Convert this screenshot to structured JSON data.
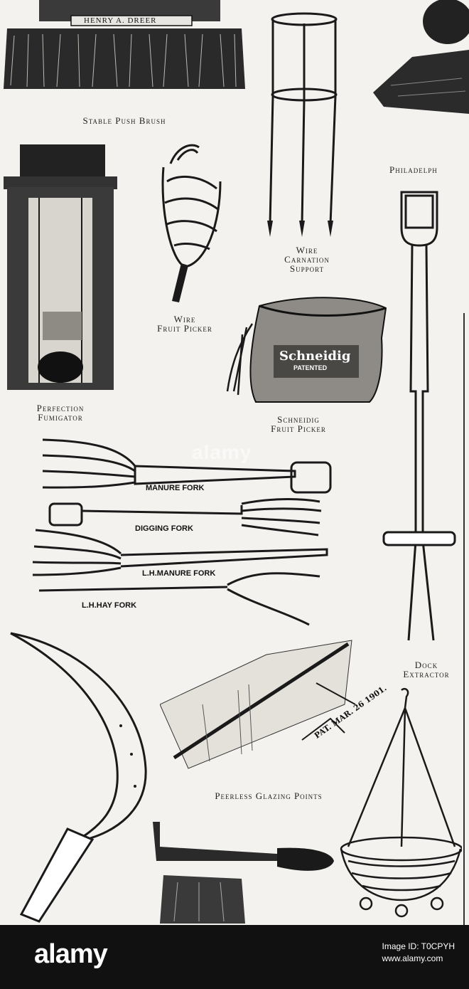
{
  "captions": {
    "stable_push_brush": "Stable Push Brush",
    "philadelphia": "Philadelph",
    "wire_carnation_support": [
      "Wire",
      "Carnation",
      "Support"
    ],
    "wire_fruit_picker": [
      "Wire",
      "Fruit Picker"
    ],
    "perfection_fumigator": [
      "Perfection",
      "Fumigator"
    ],
    "schneidig_fruit_picker": [
      "Schneidig",
      "Fruit Picker"
    ],
    "dock_extractor": [
      "Dock",
      "Extractor"
    ],
    "peerless_glazing_points": "Peerless Glazing Points"
  },
  "labels": {
    "brush_stamp": "HENRY A. DREER",
    "bag_brand": "Schneidig",
    "bag_patented": "PATENTED",
    "manure_fork": "MANURE FORK",
    "digging_fork": "DIGGING FORK",
    "lh_manure_fork": "L.H.MANURE FORK",
    "lh_hay_fork": "L.H.HAY FORK",
    "patent": "PAT. MAR. 26 1901."
  },
  "watermark": "alamy",
  "footer": {
    "logo": "alamy",
    "image_id": "Image ID: T0CPYH",
    "site": "www.alamy.com"
  },
  "colors": {
    "ink": "#1a1a1a",
    "paper": "#f4f2ee",
    "footer_bg": "#111111"
  }
}
